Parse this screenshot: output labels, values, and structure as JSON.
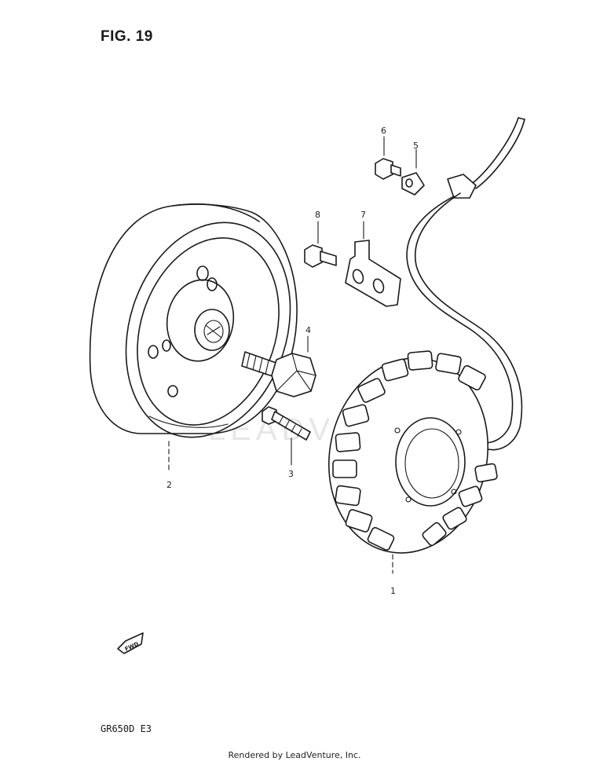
{
  "figure": {
    "title": "FIG. 19"
  },
  "watermark": "LEADVENTURE",
  "callouts": [
    {
      "id": "part-1",
      "label": "1"
    },
    {
      "id": "part-2",
      "label": "2"
    },
    {
      "id": "part-3",
      "label": "3"
    },
    {
      "id": "part-4",
      "label": "4"
    },
    {
      "id": "part-5",
      "label": "5"
    },
    {
      "id": "part-6",
      "label": "6"
    },
    {
      "id": "part-7",
      "label": "7"
    },
    {
      "id": "part-8",
      "label": "8"
    }
  ],
  "direction_marker": {
    "text": "FWD"
  },
  "footer": {
    "model_code": "GR650D  E3",
    "credit": "Rendered by LeadVenture, Inc."
  }
}
